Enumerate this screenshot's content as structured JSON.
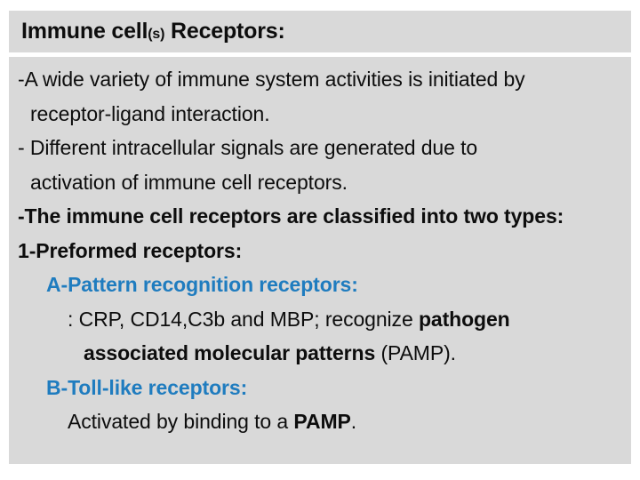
{
  "slide": {
    "title": {
      "main_before": "Immune cell",
      "subscript": "(s)",
      "main_after": " Receptors:"
    },
    "background_color": "#d9d9d9",
    "accent_color": "#1f7cbf",
    "text_color": "#0d0d0d",
    "lines": [
      {
        "id": "line-1",
        "text": "-A wide variety of immune system activities is initiated by",
        "style": "regular",
        "indent": 0
      },
      {
        "id": "line-2",
        "text": "receptor-ligand interaction.",
        "style": "regular",
        "indent": 1
      },
      {
        "id": "line-3",
        "text": "- Different intracellular signals are generated due to",
        "style": "regular",
        "indent": 0
      },
      {
        "id": "line-4",
        "text": "activation of immune cell receptors.",
        "style": "regular",
        "indent": 1
      },
      {
        "id": "line-5",
        "text": "-The immune cell receptors are classified into two types:",
        "style": "bold",
        "indent": 0
      },
      {
        "id": "line-6",
        "text": "1-Preformed receptors:",
        "style": "bold",
        "indent": 0
      },
      {
        "id": "line-7",
        "text": "A-Pattern recognition receptors:",
        "style": "blue-bold",
        "indent": 2
      },
      {
        "id": "line-8",
        "segments": [
          {
            "text": ": CRP, CD14,C3b and MBP; recognize ",
            "bold": false
          },
          {
            "text": "pathogen",
            "bold": true
          }
        ],
        "style": "mixed",
        "indent": 3
      },
      {
        "id": "line-9",
        "segments": [
          {
            "text": "associated molecular patterns",
            "bold": true
          },
          {
            "text": " (PAMP).",
            "bold": false
          }
        ],
        "style": "mixed",
        "indent": 4
      },
      {
        "id": "line-10",
        "text": "B-Toll-like receptors:",
        "style": "blue-bold",
        "indent": 2
      },
      {
        "id": "line-11",
        "segments": [
          {
            "text": "Activated by binding to a ",
            "bold": false
          },
          {
            "text": "PAMP",
            "bold": true
          },
          {
            "text": ".",
            "bold": false
          }
        ],
        "style": "mixed",
        "indent": 3
      }
    ]
  }
}
